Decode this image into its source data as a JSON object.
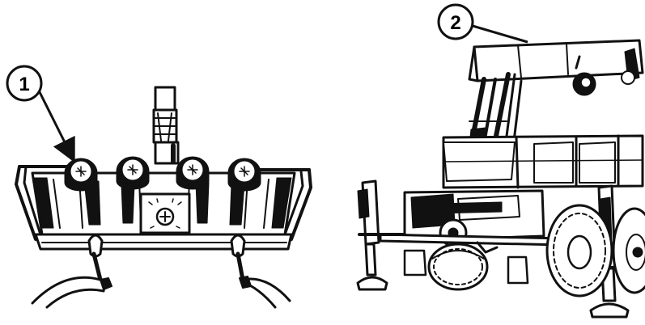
{
  "figure": {
    "callouts": [
      {
        "number": "1",
        "target": "remote-control-unit"
      },
      {
        "number": "2",
        "target": "crane-truck"
      }
    ],
    "colors": {
      "ink": "#111111",
      "paper": "#ffffff",
      "gray": "#c8c8c8"
    }
  }
}
